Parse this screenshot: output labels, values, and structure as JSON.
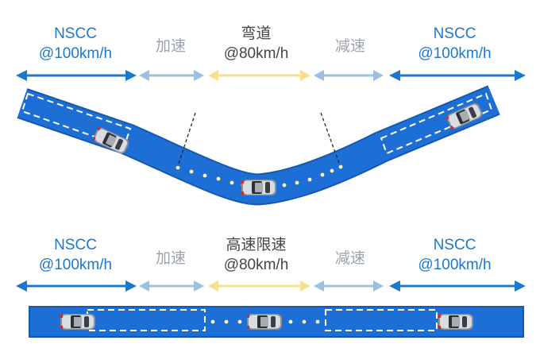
{
  "scene_curve": {
    "zones": [
      {
        "id": "left",
        "lines": [
          "NSCC",
          "@100km/h"
        ],
        "color": "#1a78cf"
      },
      {
        "id": "accel",
        "lines": [
          "加速"
        ],
        "color": "#9fbfde"
      },
      {
        "id": "middle",
        "lines": [
          "弯道",
          "@80km/h"
        ],
        "color": "#f6e08e"
      },
      {
        "id": "decel",
        "lines": [
          "减速"
        ],
        "color": "#9fbfde"
      },
      {
        "id": "right",
        "lines": [
          "NSCC",
          "@100km/h"
        ],
        "color": "#1a78cf"
      }
    ]
  },
  "scene_straight": {
    "zones": [
      {
        "id": "left",
        "lines": [
          "NSCC",
          "@100km/h"
        ],
        "color": "#1a78cf"
      },
      {
        "id": "accel",
        "lines": [
          "加速"
        ],
        "color": "#9fbfde"
      },
      {
        "id": "middle",
        "lines": [
          "高速限速",
          "@80km/h"
        ],
        "color": "#f6e08e"
      },
      {
        "id": "decel",
        "lines": [
          "减速"
        ],
        "color": "#9fbfde"
      },
      {
        "id": "right",
        "lines": [
          "NSCC",
          "@100km/h"
        ],
        "color": "#1a78cf"
      }
    ]
  },
  "colors": {
    "road": "#1d6fd6",
    "road_edge": "#1558b0",
    "lane_mark": "#ffffff",
    "dot": "#fff4b8"
  }
}
